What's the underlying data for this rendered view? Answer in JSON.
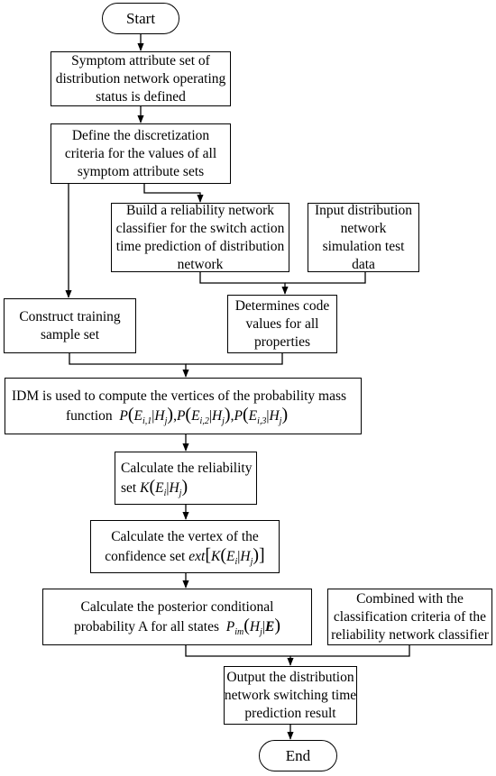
{
  "nodes": {
    "start": "Start",
    "define_symptom": [
      "Symptom attribute set of",
      "distribution network operating",
      "status is defined"
    ],
    "discretization": [
      "Define the discretization",
      "criteria for the values of all",
      "symptom attribute sets"
    ],
    "build_classifier": [
      "Build a reliability network",
      "classifier for the switch action",
      "time prediction of distribution",
      "network"
    ],
    "input_data": [
      "Input distribution",
      "network",
      "simulation test",
      "data"
    ],
    "construct_training": [
      "Construct training",
      "sample set"
    ],
    "code_values": [
      "Determines code",
      "values for all",
      "properties"
    ],
    "idm": {
      "line1": "IDM is used to compute the vertices of the probability mass",
      "line2_prefix": "function",
      "formula": "P(E_i,1|H_j), P(E_i,2|H_j), P(E_i,3|H_j)"
    },
    "reliability_set": {
      "line1": "Calculate the reliability",
      "line2_prefix": "set",
      "formula": "K(E_i|H_j)"
    },
    "confidence_vertex": {
      "line1": "Calculate the vertex of the",
      "line2_prefix": "confidence set",
      "formula": "ext[K(E_i|H_j)]"
    },
    "posterior": {
      "line1": "Calculate the posterior conditional",
      "line2_prefix": "probability A for all states",
      "formula": "P_im(H_j|E)"
    },
    "combined": [
      "Combined with the",
      "classification criteria of the",
      "reliability network classifier"
    ],
    "output": [
      "Output the distribution",
      "network switching time",
      "prediction result"
    ],
    "end": "End"
  }
}
